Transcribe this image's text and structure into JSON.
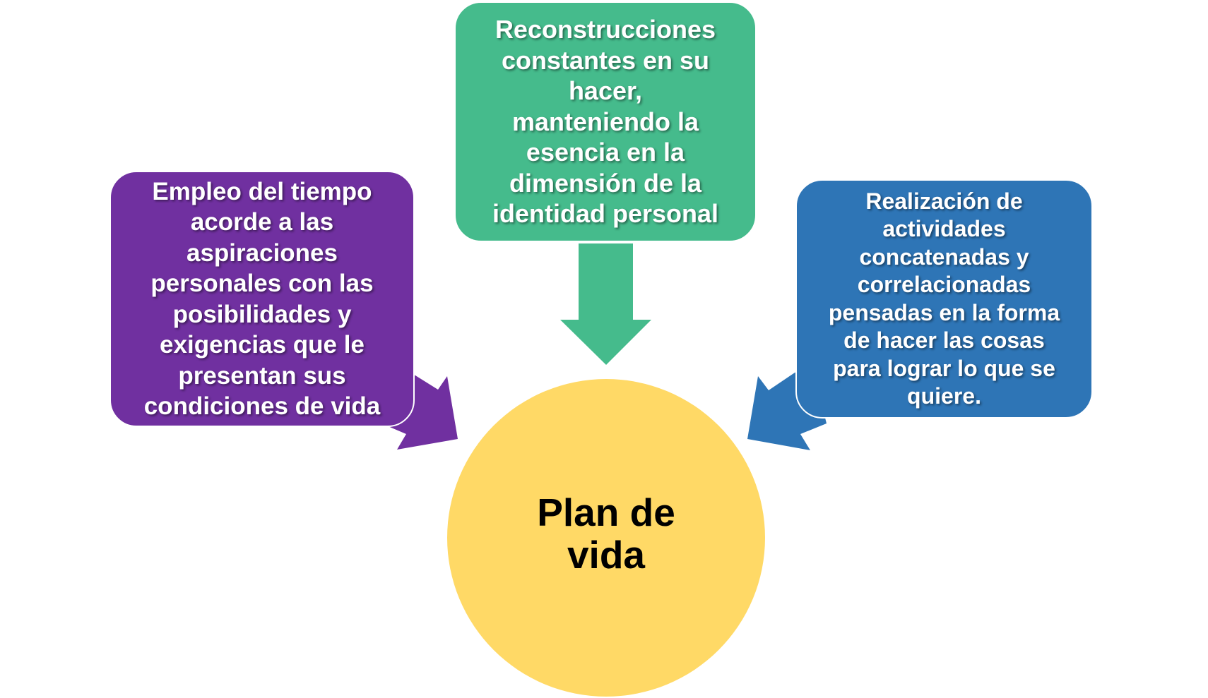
{
  "diagram": {
    "center": {
      "label_lines": [
        "Plan de",
        "vida"
      ],
      "color": "#FFD966"
    },
    "nodes": [
      {
        "id": "left",
        "color": "#7030A0",
        "arrow_direction": "down-right",
        "text_lines": [
          "Empleo del tiempo",
          "acorde a las",
          "aspiraciones",
          "personales con las",
          "posibilidades y",
          "exigencias que le",
          "presentan sus",
          "condiciones de vida"
        ]
      },
      {
        "id": "top",
        "color": "#45BB8C",
        "arrow_direction": "down",
        "text_lines": [
          "Reconstrucciones",
          "constantes en su",
          "hacer,",
          "manteniendo la",
          "esencia en la",
          "dimensión de la",
          "identidad personal"
        ]
      },
      {
        "id": "right",
        "color": "#2E75B6",
        "arrow_direction": "down-left",
        "text_lines": [
          "Realización de",
          "actividades",
          "concatenadas y",
          "correlacionadas",
          "pensadas en la forma",
          "de hacer las cosas",
          "para lograr lo que se",
          "quiere."
        ]
      }
    ]
  }
}
